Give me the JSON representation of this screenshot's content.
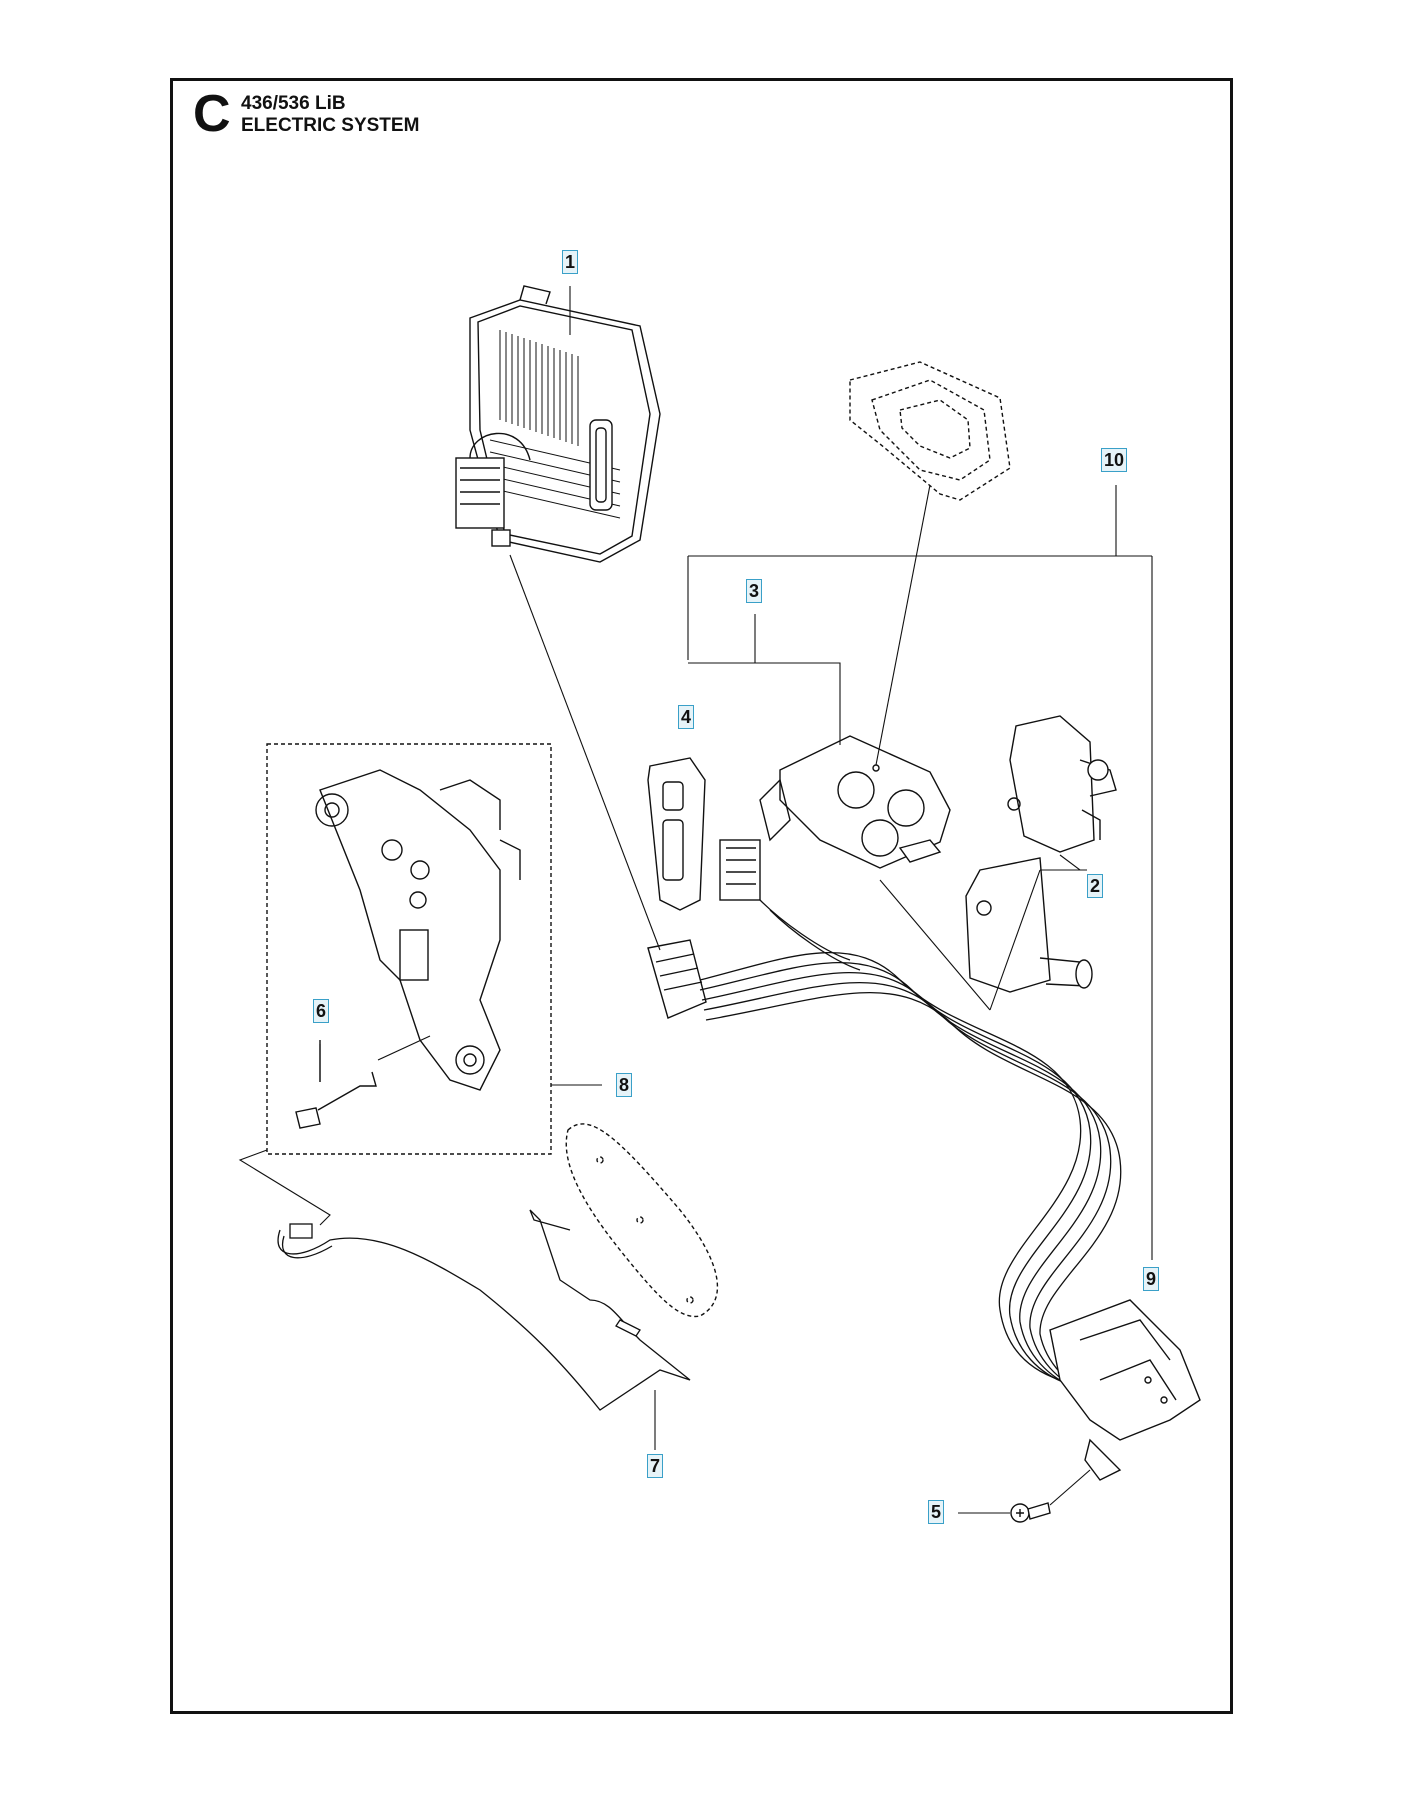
{
  "header": {
    "section_letter": "C",
    "model": "436/536 LiB",
    "system": "ELECTRIC SYSTEM"
  },
  "callouts": {
    "c1": "1",
    "c2": "2",
    "c3": "3",
    "c4": "4",
    "c5": "5",
    "c6": "6",
    "c7": "7",
    "c8": "8",
    "c9": "9",
    "c10": "10"
  },
  "colors": {
    "line": "#111111",
    "callout_fill": "#e6f3f8",
    "callout_border": "#3aa0c8",
    "part_fill": "#ffffff",
    "part_shade": "#d9d9d9"
  }
}
